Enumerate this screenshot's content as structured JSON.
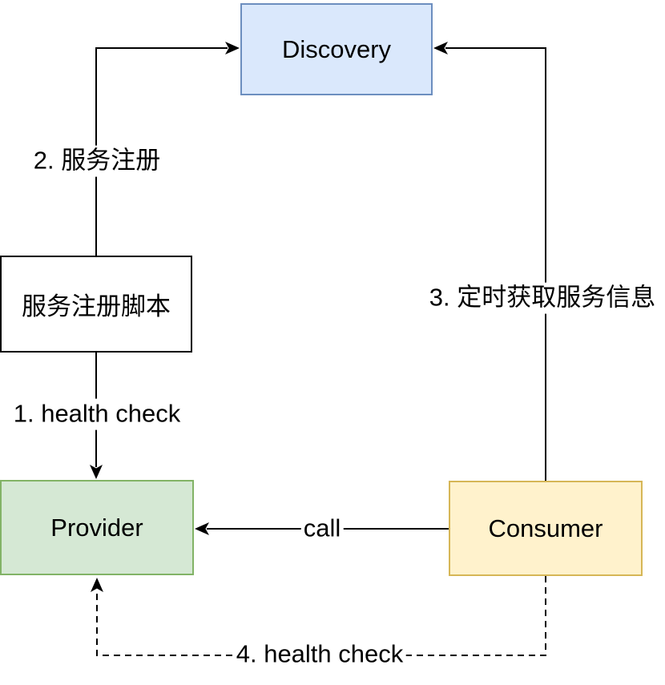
{
  "diagram": {
    "title": "service discovery architecture",
    "nodes": {
      "discovery": {
        "label": "Discovery",
        "fill": "#dae8fc",
        "stroke": "#6c8ebf"
      },
      "script": {
        "label": "服务注册脚本",
        "fill": "#ffffff",
        "stroke": "#000000"
      },
      "provider": {
        "label": "Provider",
        "fill": "#d5e8d4",
        "stroke": "#82b366"
      },
      "consumer": {
        "label": "Consumer",
        "fill": "#fff2cc",
        "stroke": "#d6b656"
      }
    },
    "edges": {
      "register": {
        "label": "2. 服务注册",
        "from": "script",
        "to": "discovery",
        "style": "solid"
      },
      "fetch": {
        "label": "3. 定时获取服务信息",
        "from": "consumer",
        "to": "discovery",
        "style": "solid"
      },
      "health_check_1": {
        "label": "1. health check",
        "from": "script",
        "to": "provider",
        "style": "solid"
      },
      "call": {
        "label": "call",
        "from": "consumer",
        "to": "provider",
        "style": "solid"
      },
      "health_check_4": {
        "label": "4. health check",
        "from": "consumer",
        "to": "provider",
        "style": "dashed"
      }
    },
    "colors": {
      "line": "#000000",
      "background": "#ffffff"
    }
  }
}
